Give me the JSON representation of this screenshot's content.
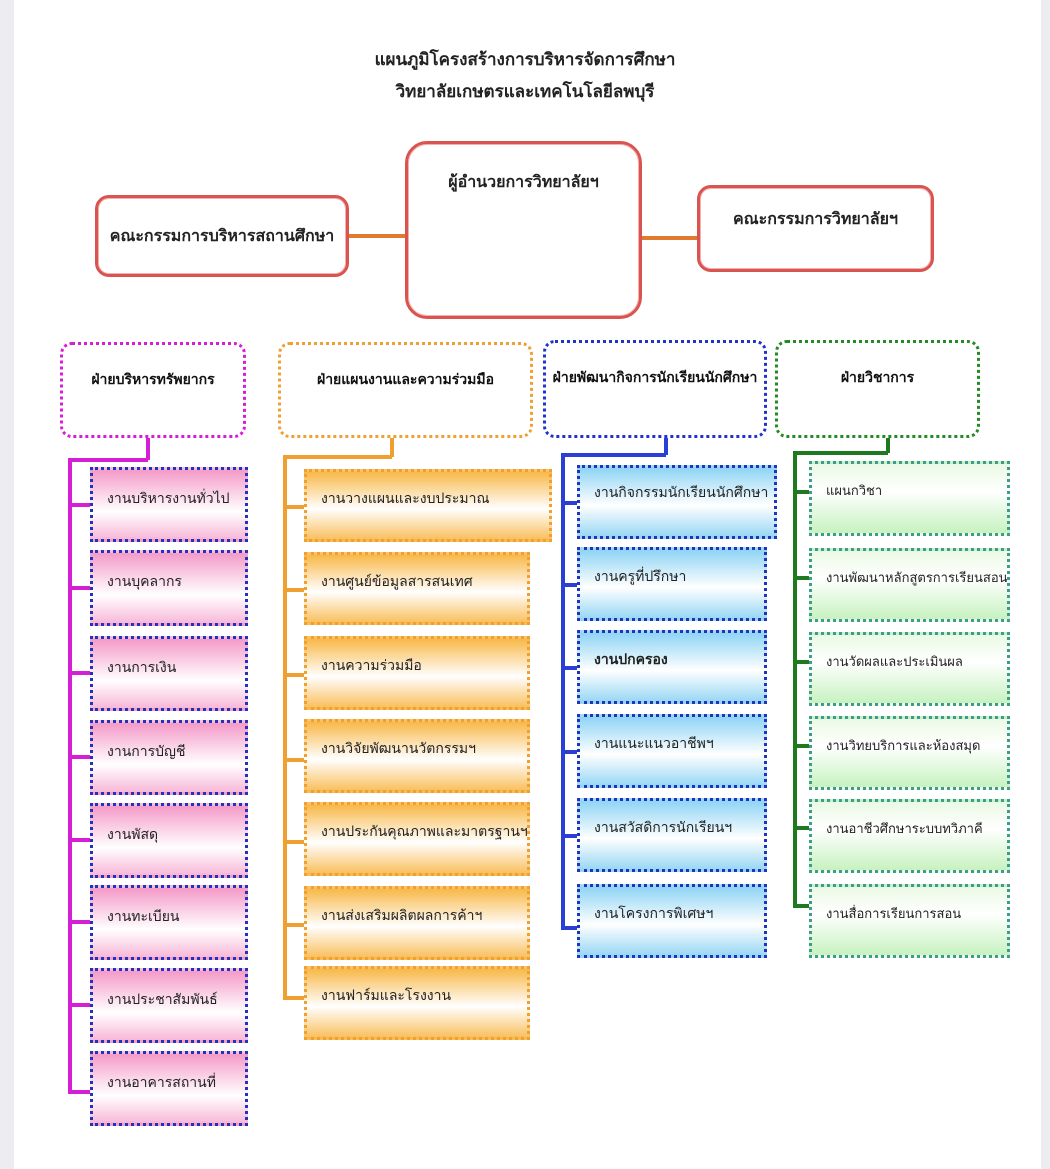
{
  "title": {
    "line1": "แผนภูมิโครงสร้างการบริหารจัดการศึกษา",
    "line2": "วิทยาลัยเกษตรและเทคโนโลยีลพบุรี"
  },
  "top": {
    "director": "ผู้อำนวยการวิทยาลัยฯ",
    "left_committee": "คณะกรรมการบริหารสถานศึกษา",
    "right_committee": "คณะกรรมการวิทยาลัยฯ"
  },
  "columns": [
    {
      "head": "ฝ่ายบริหารทรัพยากร",
      "color": "#d51fd5",
      "items": [
        "งานบริหารงานทั่วไป",
        "งานบุคลากร",
        "งานการเงิน",
        "งานการบัญชี",
        "งานพัสดุ",
        "งานทะเบียน",
        "งานประชาสัมพันธ์",
        "งานอาคารสถานที่"
      ]
    },
    {
      "head": "ฝ่ายแผนงานและความร่วมมือ",
      "color": "#f0a030",
      "items": [
        "งานวางแผนและงบประมาณ",
        "งานศูนย์ข้อมูลสารสนเทศ",
        "งานความร่วมมือ",
        "งานวิจัยพัฒนานวัตกรรมฯ",
        "งานประกันคุณภาพและมาตรฐานฯ",
        "งานส่งเสริมผลิตผลการค้าฯ",
        "งานฟาร์มและโรงงาน"
      ]
    },
    {
      "head": "ฝ่ายพัฒนากิจการนักเรียนนักศึกษา",
      "color": "#2233cc",
      "items": [
        "งานกิจกรรมนักเรียนนักศึกษา",
        "งานครูที่ปรึกษา",
        "งานปกครอง",
        "งานแนะแนวอาชีพฯ",
        "งานสวัสดิการนักเรียนฯ",
        "งานโครงการพิเศษฯ"
      ]
    },
    {
      "head": "ฝ่ายวิชาการ",
      "color": "#228b22",
      "items": [
        "แผนกวิชา",
        "งานพัฒนาหลักสูตรการเรียนสอน",
        "งานวัดผลและประเมินผล",
        "งานวิทยบริการและห้องสมุด",
        "งานอาชีวศึกษาระบบทวิภาคี",
        "งานสื่อการเรียนการสอน"
      ]
    }
  ]
}
